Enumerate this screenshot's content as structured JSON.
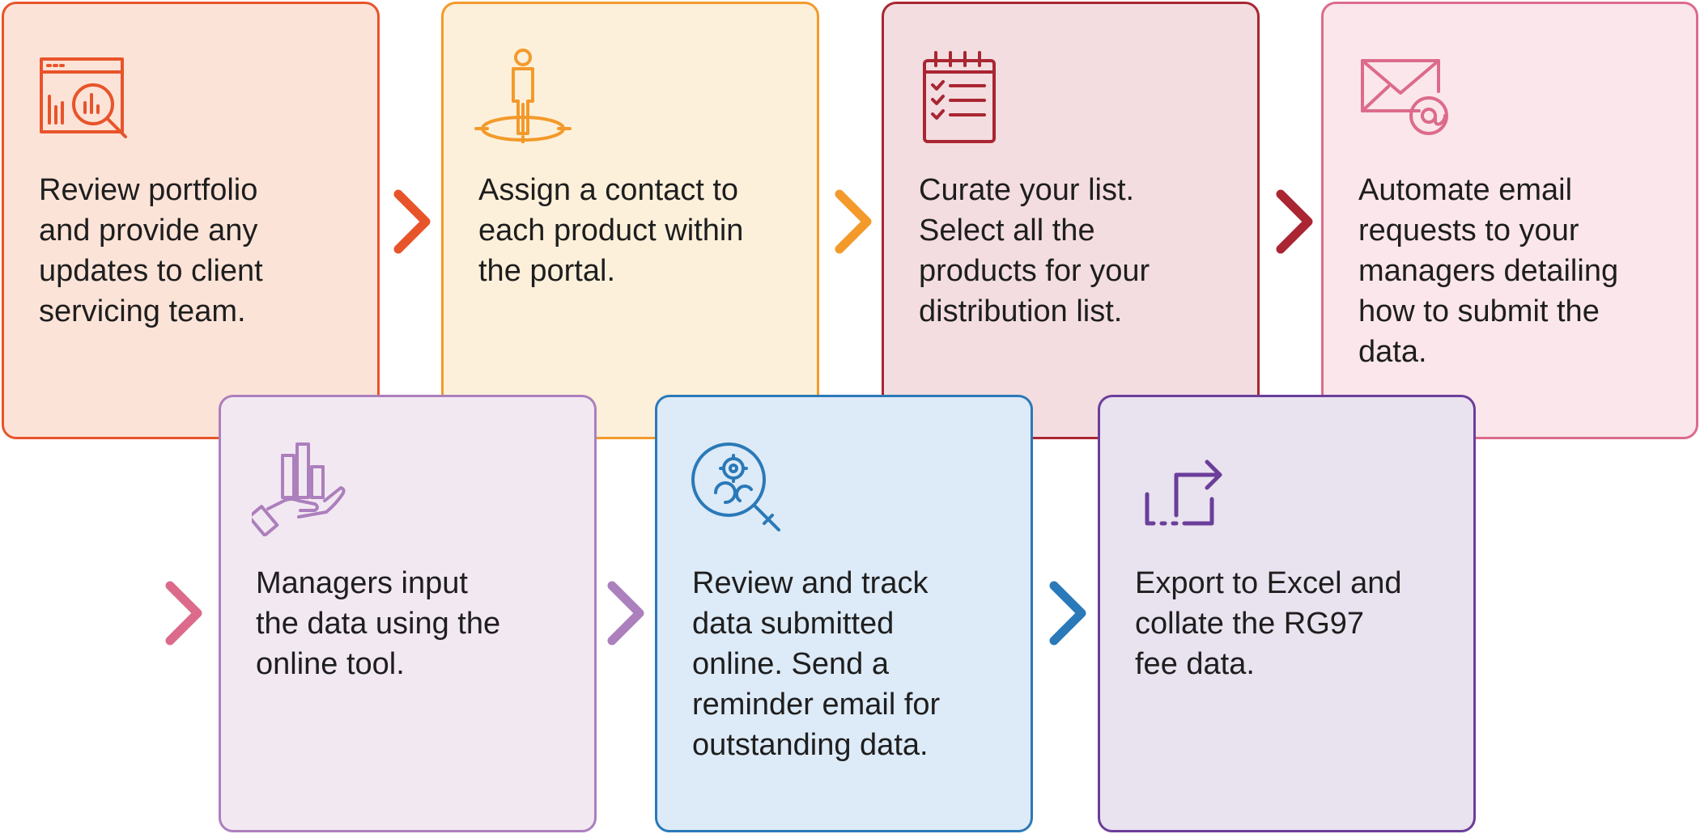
{
  "steps": [
    {
      "text": "Review portfolio\nand provide any\nupdates to client\nservicing team.",
      "icon": "portfolio-analysis-icon",
      "color": "#e8542a"
    },
    {
      "text": "Assign a contact to\neach product within\nthe portal.",
      "icon": "person-target-icon",
      "color": "#f39a2a"
    },
    {
      "text": "Curate your list.\nSelect all the\nproducts for your\ndistribution list.",
      "icon": "checklist-icon",
      "color": "#a92632"
    },
    {
      "text": "Automate email\nrequests to your\nmanagers detailing\nhow to submit the\ndata.",
      "icon": "email-at-icon",
      "color": "#dc6b8b"
    },
    {
      "text": "Managers input\nthe data using the\nonline tool.",
      "icon": "hand-chart-icon",
      "color": "#ac7fbd"
    },
    {
      "text": "Review and track\ndata submitted\nonline. Send a\nreminder email for\noutstanding data.",
      "icon": "magnifier-gears-icon",
      "color": "#2a79b8"
    },
    {
      "text": "Export to Excel and\ncollate the RG97\nfee data.",
      "icon": "export-arrow-icon",
      "color": "#6b3e9a"
    }
  ]
}
